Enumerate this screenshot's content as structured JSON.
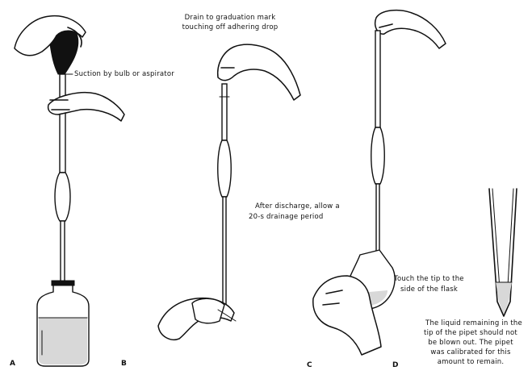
{
  "captions": {
    "suction": "Suction by bulb or aspirator",
    "drain_line1": "Drain to graduation mark",
    "drain_line2": "touching off adhering drop",
    "discharge_line1": "After discharge, allow a",
    "discharge_line2": "20-s drainage period",
    "touch_line1": "Touch the tip to the",
    "touch_line2": "side of the flask",
    "remain_line1": "The liquid remaining in the",
    "remain_line2": "tip of the pipet should not",
    "remain_line3": "be blown out. The pipet",
    "remain_line4": "was calibrated for this",
    "remain_line5": "amount to remain."
  },
  "panel_labels": [
    "A",
    "B",
    "C",
    "D"
  ],
  "colors": {
    "ink": "#111111",
    "paper": "#ffffff"
  }
}
